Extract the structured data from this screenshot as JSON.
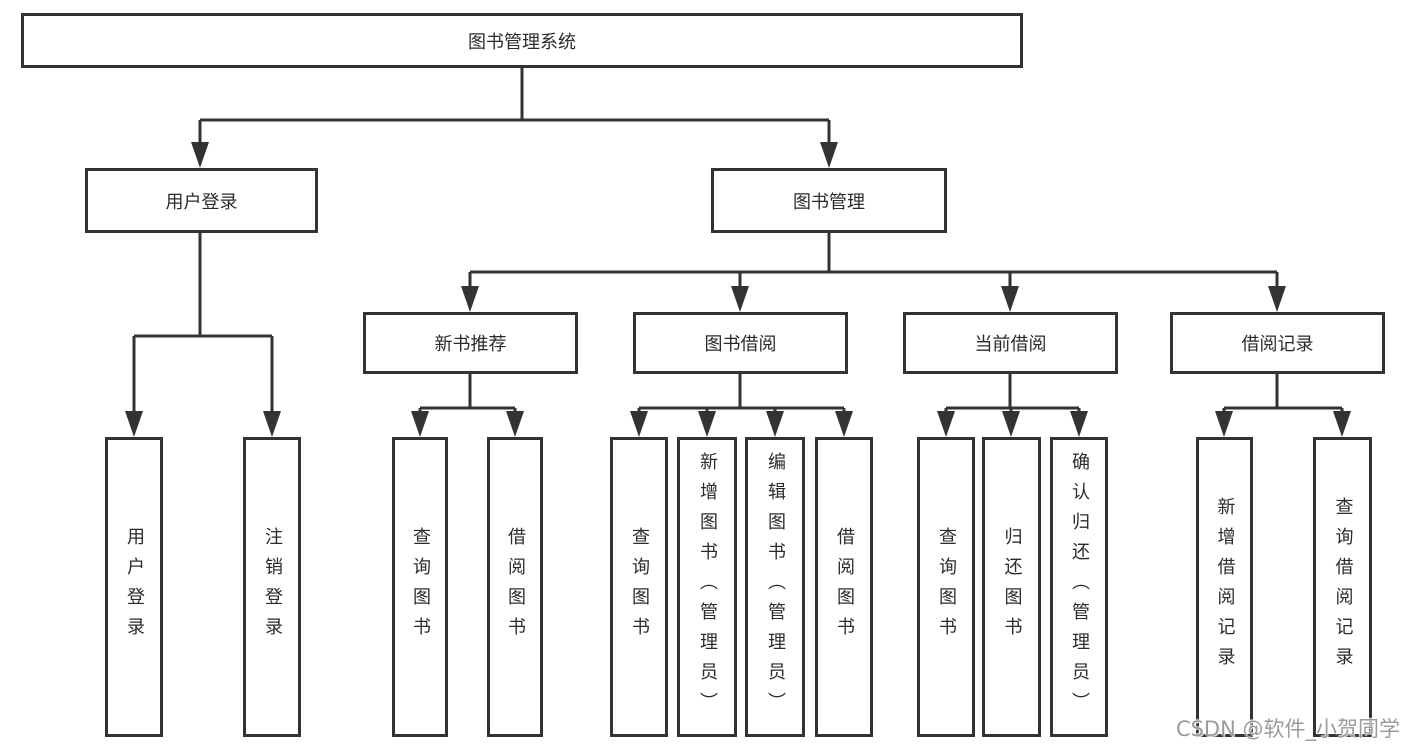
{
  "tree": {
    "root": {
      "label": "图书管理系统"
    },
    "branches": [
      {
        "label": "用户登录",
        "children": [
          "用户登录",
          "注销登录"
        ]
      },
      {
        "label": "图书管理",
        "groups": [
          {
            "label": "新书推荐",
            "children": [
              "查询图书",
              "借阅图书"
            ]
          },
          {
            "label": "图书借阅",
            "children": [
              "查询图书",
              "新增图书（管理员）",
              "编辑图书（管理员）",
              "借阅图书"
            ]
          },
          {
            "label": "当前借阅",
            "children": [
              "查询图书",
              "归还图书",
              "确认归还（管理员）"
            ]
          },
          {
            "label": "借阅记录",
            "children": [
              "新增借阅记录",
              "查询借阅记录"
            ]
          }
        ]
      }
    ]
  },
  "watermark": {
    "text": "CSDN @软件_小贺同学"
  },
  "colors": {
    "line": "#333333",
    "box_border": "#333333",
    "box_fill": "#ffffff",
    "text": "#2b2b2b",
    "background": "#ffffff",
    "watermark": "#9b9b9b"
  }
}
